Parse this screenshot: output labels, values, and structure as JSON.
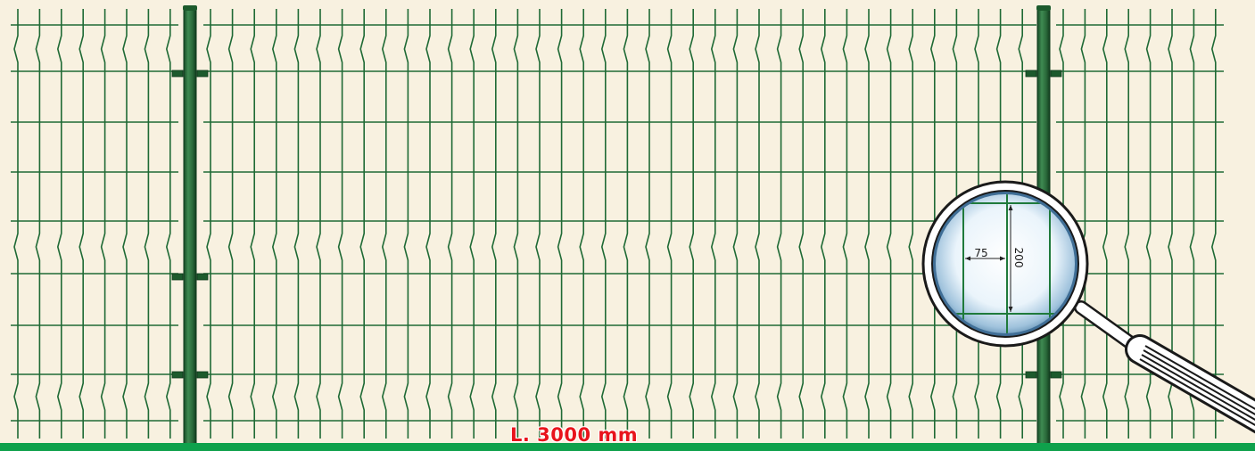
{
  "fence": {
    "total_length_label": "L. 3000 mm",
    "mesh_width_label": "75",
    "mesh_height_label": "200"
  },
  "colors": {
    "background": "#f8f1e0",
    "wire": "#1f6a35",
    "post": "#2a6a3a",
    "ground": "#0fa14c",
    "label": "#e8141c"
  },
  "icons": [
    "magnifier-icon"
  ]
}
